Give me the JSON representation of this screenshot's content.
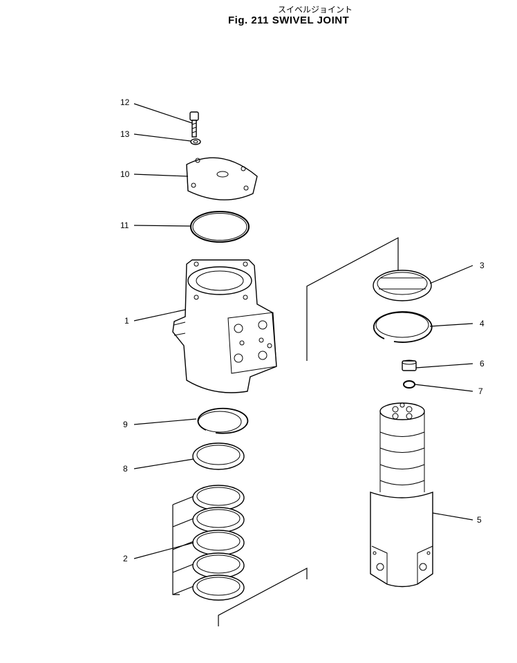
{
  "header": {
    "subtitle_jp": "スイベルジョイント",
    "title": "Fig. 211  SWIVEL  JOINT"
  },
  "callouts": {
    "c1": "1",
    "c2": "2",
    "c3": "3",
    "c4": "4",
    "c5": "5",
    "c6": "6",
    "c7": "7",
    "c8": "8",
    "c9": "9",
    "c10": "10",
    "c11": "11",
    "c12": "12",
    "c13": "13"
  }
}
